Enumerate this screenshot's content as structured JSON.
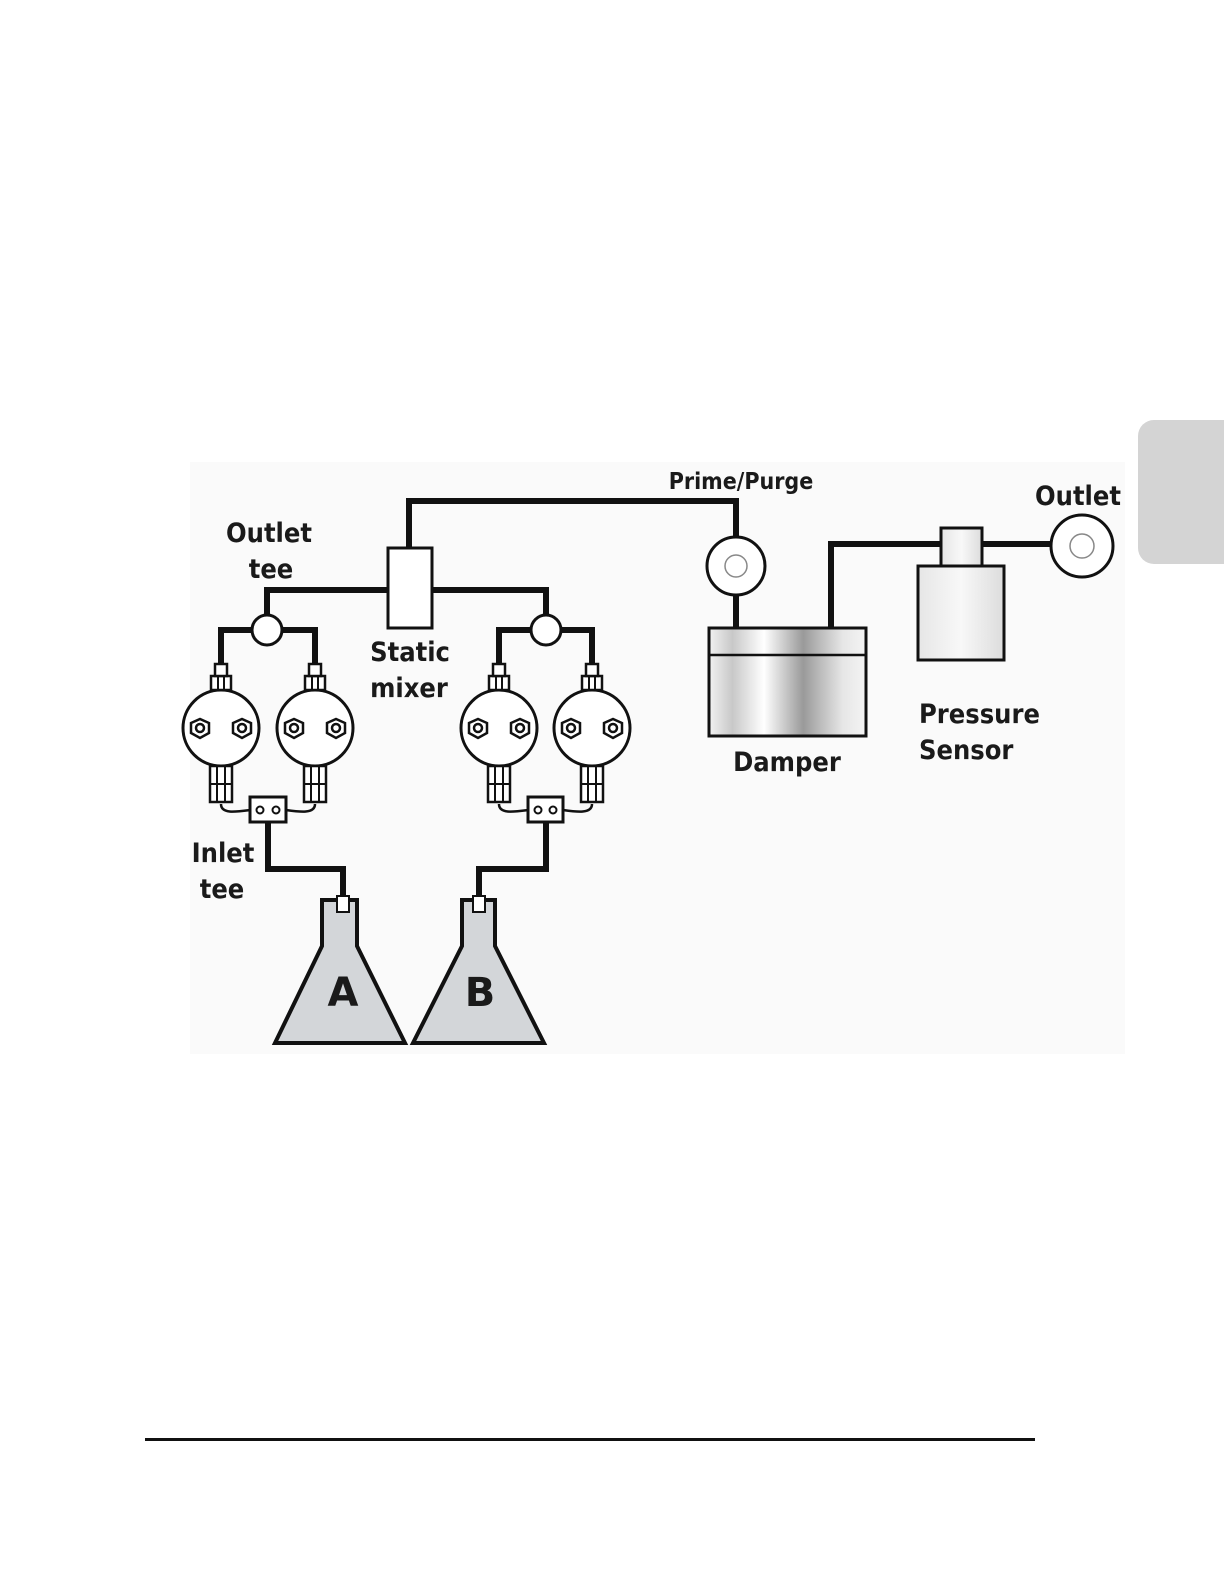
{
  "labels": {
    "prime_purge": "Prime/Purge",
    "outlet": "Outlet",
    "outlet_tee_line1": "Outlet",
    "outlet_tee_line2": "tee",
    "static_mixer_line1": "Static",
    "static_mixer_line2": "mixer",
    "damper": "Damper",
    "pressure_sensor_line1": "Pressure",
    "pressure_sensor_line2": "Sensor",
    "inlet_tee_line1": "Inlet",
    "inlet_tee_line2": "tee",
    "flask_a": "A",
    "flask_b": "B"
  },
  "colors": {
    "line": "#111111",
    "flask_fill": "#d3d6d9",
    "panel": "#fafafa",
    "side_tab": "#d4d4d4"
  }
}
